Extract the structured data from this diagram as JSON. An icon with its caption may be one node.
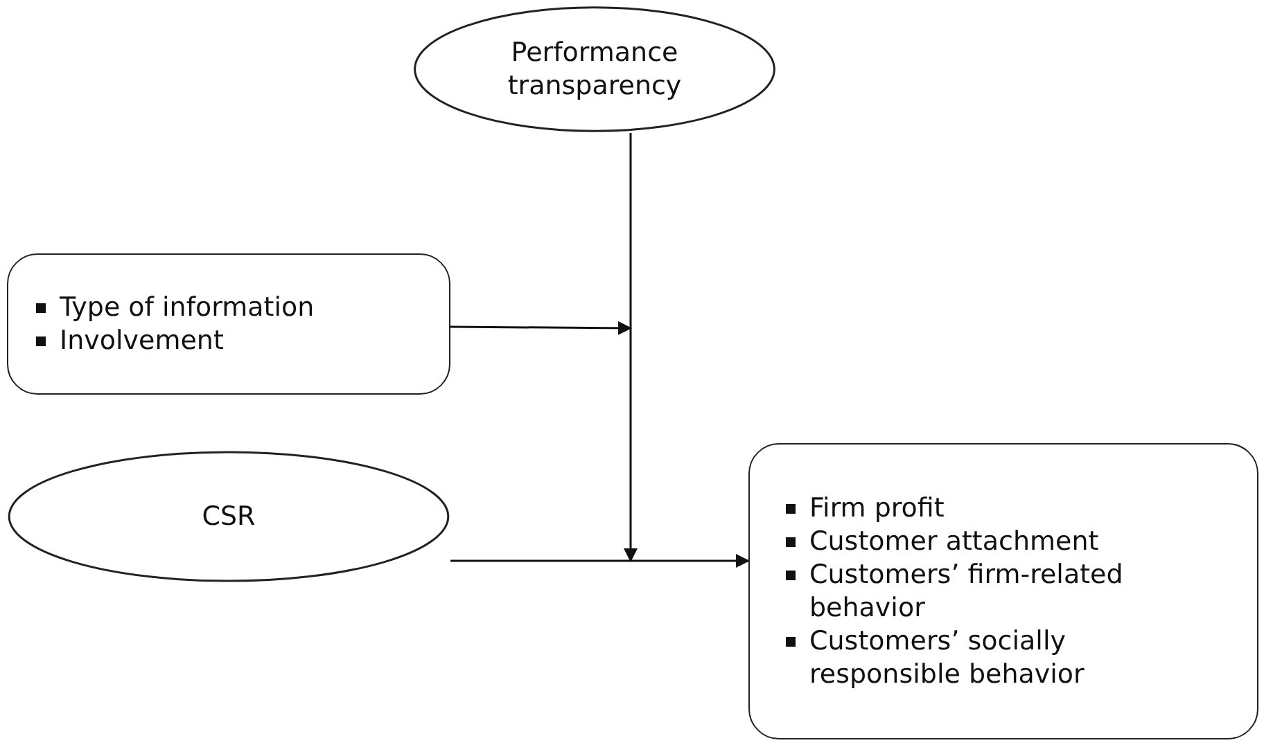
{
  "diagram": {
    "nodes": [
      {
        "text": [
          "Performance transparency"
        ]
      },
      {
        "text": [
          "Type of information",
          "Involvement"
        ]
      },
      {
        "text": [
          "CSR"
        ]
      },
      {
        "text": [
          "Firm profit",
          "Customer attachment",
          "Customers’ firm-related behavior",
          "Customers’ socially responsible behavior"
        ]
      }
    ],
    "edges": [
      {
        "from": 0,
        "to": null,
        "arrow": "to"
      },
      {
        "from": 1,
        "to": null,
        "arrow": "to"
      },
      {
        "from": 2,
        "to": 3,
        "arrow": "to"
      }
    ]
  }
}
